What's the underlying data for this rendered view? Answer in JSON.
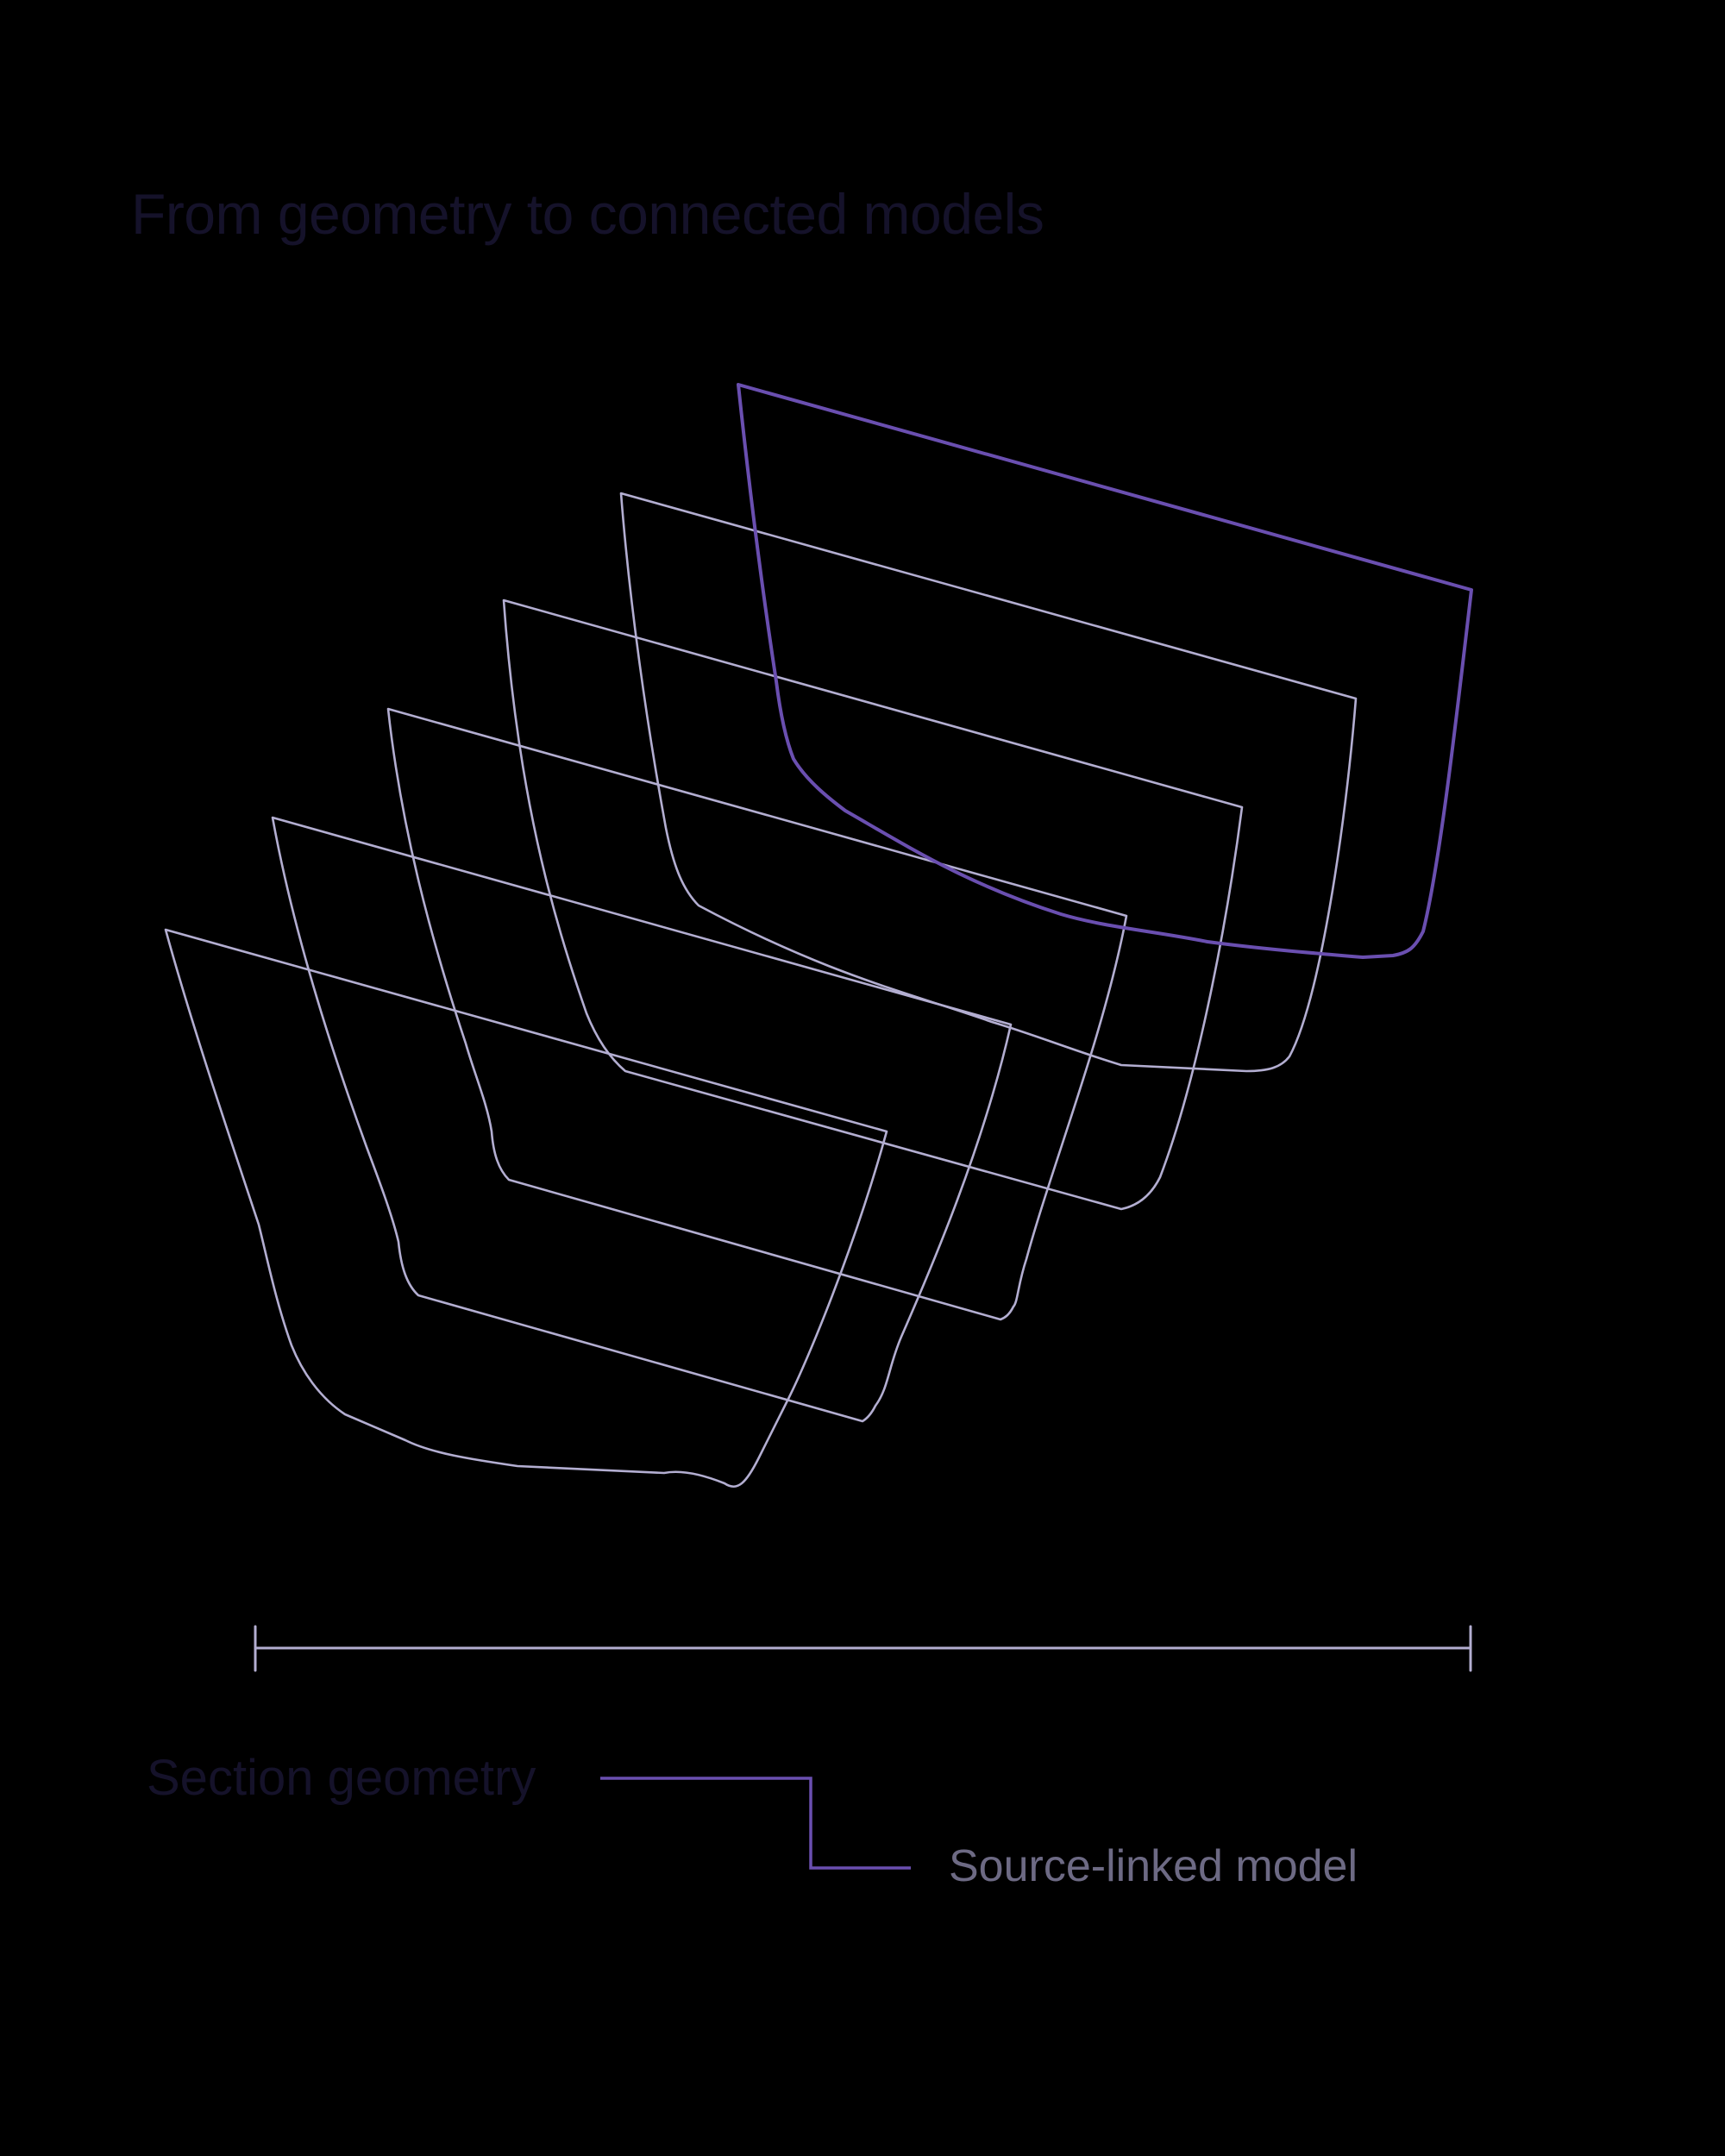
{
  "title": "From geometry to connected models",
  "labels": {
    "section_geometry": "Section geometry",
    "source_linked_model": "Source-linked model"
  },
  "colors": {
    "background": "#000000",
    "section_outline": "#b3aed1",
    "highlight_outline": "#6a4fb0",
    "title_text": "#15122a",
    "label_text": "#6d6a84"
  },
  "diagram": {
    "section_count": 6,
    "highlighted_section": "rear"
  }
}
